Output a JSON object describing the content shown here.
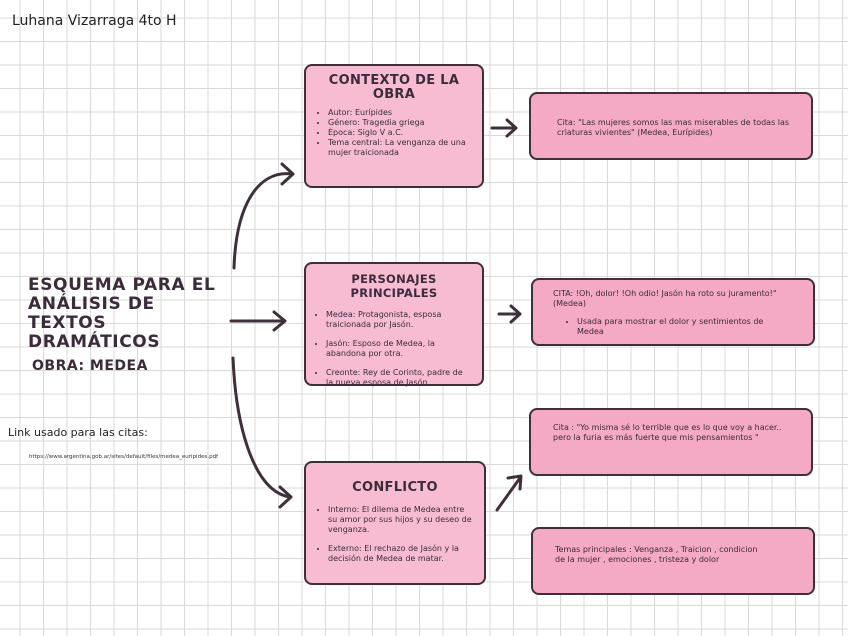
{
  "author": "Luhana Vizarraga 4to H",
  "main_title": "ESQUEMA PARA EL ANÁLISIS DE TEXTOS DRAMÁTICOS",
  "work_title": "OBRA: MEDEA",
  "link": {
    "label": "Link usado para las citas:",
    "url": "https://www.argentina.gob.ar/sites/default/files/medea_euripides.pdf"
  },
  "contexto": {
    "title": "CONTEXTO DE LA OBRA",
    "items": [
      "Autor: Eurípides",
      "Género: Tragedia griega",
      "Época: Siglo V a.C.",
      "Tema central: La venganza de una mujer traicionada"
    ]
  },
  "personajes": {
    "title": "PERSONAJES PRINCIPALES",
    "items": [
      "Medea: Protagonista, esposa traicionada por Jasón.",
      "Jasón: Esposo de Medea, la abandona por otra.",
      "Creonte: Rey de Corinto, padre de la nueva esposa de Jasón."
    ]
  },
  "conflicto": {
    "title": "CONFLICTO",
    "items": [
      "Interno: El dilema de Medea entre su amor por sus hijos y su deseo de venganza.",
      "Externo: El rechazo de Jasón y la decisión de Medea de matar."
    ]
  },
  "cita1": "Cita: \"Las mujeres somos las mas miserables de todas las criaturas vivientes\" (Medea, Eurípides)",
  "cita2": {
    "text": "CITA: !Oh, dolor! !Oh odio! Jasón ha roto su juramento!\" (Medea)",
    "bullet": "Usada para mostrar el dolor y sentimientos de Medea"
  },
  "cita3": "Cita : \"Yo misma sé lo terrible que es lo que voy a hacer.. pero la furia es más fuerte que mis pensamientos \"",
  "temas": "Temas principales : Venganza , Traicion , condicion de la mujer , emociones , tristeza y dolor",
  "colors": {
    "box_fill": "#f7bcd2",
    "box_fill_dark": "#f4a9c4",
    "border": "#3e2f3a",
    "arrow": "#3e2f3a"
  }
}
